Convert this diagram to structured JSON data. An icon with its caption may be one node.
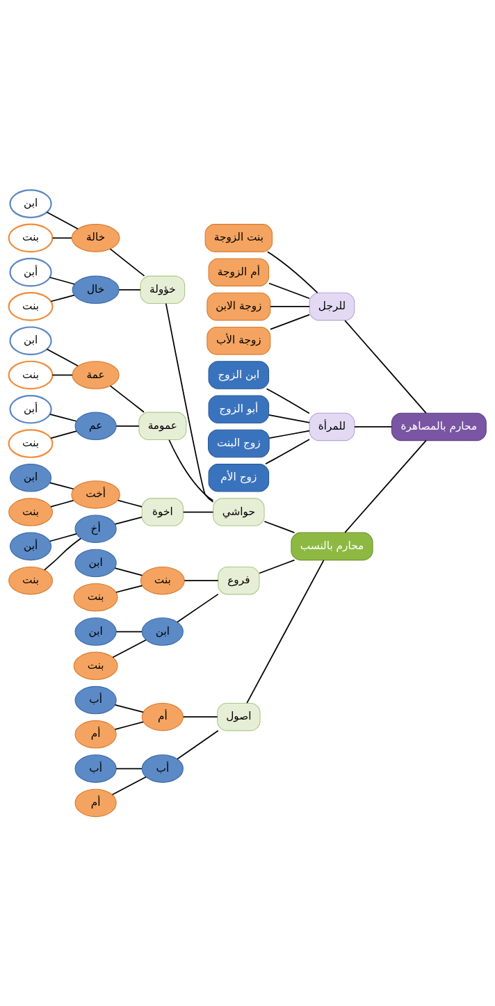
{
  "diagram": {
    "nodes": [
      {
        "text": [
          "محارم بالمصاهرة"
        ]
      },
      {
        "text": [
          "للرجل"
        ]
      },
      {
        "text": [
          "بنت الزوجة"
        ]
      },
      {
        "text": [
          "أم الزوجة"
        ]
      },
      {
        "text": [
          "زوجة الابن"
        ]
      },
      {
        "text": [
          "زوجة الأب"
        ]
      },
      {
        "text": [
          "للمرأة"
        ]
      },
      {
        "text": [
          "ابن الزوج"
        ]
      },
      {
        "text": [
          "أبو الزوج"
        ]
      },
      {
        "text": [
          "زوج البنت"
        ]
      },
      {
        "text": [
          "زوج الأم"
        ]
      },
      {
        "text": [
          "محارم بالنسب"
        ]
      },
      {
        "text": [
          "حواشي"
        ]
      },
      {
        "text": [
          "خؤولة"
        ]
      },
      {
        "text": [
          "خالة"
        ]
      },
      {
        "text": [
          "ابن"
        ]
      },
      {
        "text": [
          "بنت"
        ]
      },
      {
        "text": [
          "خال"
        ]
      },
      {
        "text": [
          "أبن"
        ]
      },
      {
        "text": [
          "بنت"
        ]
      },
      {
        "text": [
          "عمومة"
        ]
      },
      {
        "text": [
          "عمة"
        ]
      },
      {
        "text": [
          "ابن"
        ]
      },
      {
        "text": [
          "بنت"
        ]
      },
      {
        "text": [
          "عم"
        ]
      },
      {
        "text": [
          "أبن"
        ]
      },
      {
        "text": [
          "بنت"
        ]
      },
      {
        "text": [
          "اخوة"
        ]
      },
      {
        "text": [
          "أخت"
        ]
      },
      {
        "text": [
          "ابن"
        ]
      },
      {
        "text": [
          "بنت"
        ]
      },
      {
        "text": [
          "أخ"
        ]
      },
      {
        "text": [
          "أبن"
        ]
      },
      {
        "text": [
          "بنت"
        ]
      },
      {
        "text": [
          "فروع"
        ]
      },
      {
        "text": [
          "بنت"
        ]
      },
      {
        "text": [
          "ابن"
        ]
      },
      {
        "text": [
          "بنت"
        ]
      },
      {
        "text": [
          "ابن"
        ]
      },
      {
        "text": [
          "ابن"
        ]
      },
      {
        "text": [
          "بنت"
        ]
      },
      {
        "text": [
          "اصول"
        ]
      },
      {
        "text": [
          "أم"
        ]
      },
      {
        "text": [
          "أب"
        ]
      },
      {
        "text": [
          "أم"
        ]
      },
      {
        "text": [
          "أب"
        ]
      },
      {
        "text": [
          "أب"
        ]
      },
      {
        "text": [
          "أم"
        ]
      }
    ],
    "edges": [
      {
        "from": 0,
        "to": 11,
        "arrow": "none"
      },
      {
        "from": 0,
        "to": 1,
        "arrow": "none"
      },
      {
        "from": 0,
        "to": 6,
        "arrow": "none"
      },
      {
        "from": 1,
        "to": 2,
        "arrow": "none"
      },
      {
        "from": 1,
        "to": 3,
        "arrow": "none"
      },
      {
        "from": 1,
        "to": 4,
        "arrow": "none"
      },
      {
        "from": 1,
        "to": 5,
        "arrow": "none"
      },
      {
        "from": 6,
        "to": 7,
        "arrow": "none"
      },
      {
        "from": 6,
        "to": 8,
        "arrow": "none"
      },
      {
        "from": 6,
        "to": 9,
        "arrow": "none"
      },
      {
        "from": 6,
        "to": 10,
        "arrow": "none"
      },
      {
        "from": 11,
        "to": 12,
        "arrow": "none"
      },
      {
        "from": 11,
        "to": 34,
        "arrow": "none"
      },
      {
        "from": 11,
        "to": 41,
        "arrow": "none"
      },
      {
        "from": 12,
        "to": 13,
        "arrow": "none"
      },
      {
        "from": 12,
        "to": 20,
        "arrow": "none"
      },
      {
        "from": 12,
        "to": 27,
        "arrow": "none"
      },
      {
        "from": 13,
        "to": 14,
        "arrow": "none"
      },
      {
        "from": 13,
        "to": 17,
        "arrow": "none"
      },
      {
        "from": 14,
        "to": 15,
        "arrow": "none"
      },
      {
        "from": 14,
        "to": 16,
        "arrow": "none"
      },
      {
        "from": 17,
        "to": 18,
        "arrow": "none"
      },
      {
        "from": 17,
        "to": 19,
        "arrow": "none"
      },
      {
        "from": 20,
        "to": 21,
        "arrow": "none"
      },
      {
        "from": 20,
        "to": 24,
        "arrow": "none"
      },
      {
        "from": 21,
        "to": 22,
        "arrow": "none"
      },
      {
        "from": 21,
        "to": 23,
        "arrow": "none"
      },
      {
        "from": 24,
        "to": 25,
        "arrow": "none"
      },
      {
        "from": 24,
        "to": 26,
        "arrow": "none"
      },
      {
        "from": 27,
        "to": 28,
        "arrow": "none"
      },
      {
        "from": 27,
        "to": 31,
        "arrow": "none"
      },
      {
        "from": 28,
        "to": 29,
        "arrow": "none"
      },
      {
        "from": 28,
        "to": 30,
        "arrow": "none"
      },
      {
        "from": 31,
        "to": 32,
        "arrow": "none"
      },
      {
        "from": 31,
        "to": 33,
        "arrow": "none"
      },
      {
        "from": 34,
        "to": 35,
        "arrow": "none"
      },
      {
        "from": 34,
        "to": 38,
        "arrow": "none"
      },
      {
        "from": 35,
        "to": 36,
        "arrow": "none"
      },
      {
        "from": 35,
        "to": 37,
        "arrow": "none"
      },
      {
        "from": 38,
        "to": 39,
        "arrow": "none"
      },
      {
        "from": 38,
        "to": 40,
        "arrow": "none"
      },
      {
        "from": 41,
        "to": 42,
        "arrow": "none"
      },
      {
        "from": 41,
        "to": 45,
        "arrow": "none"
      },
      {
        "from": 42,
        "to": 43,
        "arrow": "none"
      },
      {
        "from": 42,
        "to": 44,
        "arrow": "none"
      },
      {
        "from": 45,
        "to": 46,
        "arrow": "none"
      },
      {
        "from": 45,
        "to": 47,
        "arrow": "none"
      }
    ]
  }
}
